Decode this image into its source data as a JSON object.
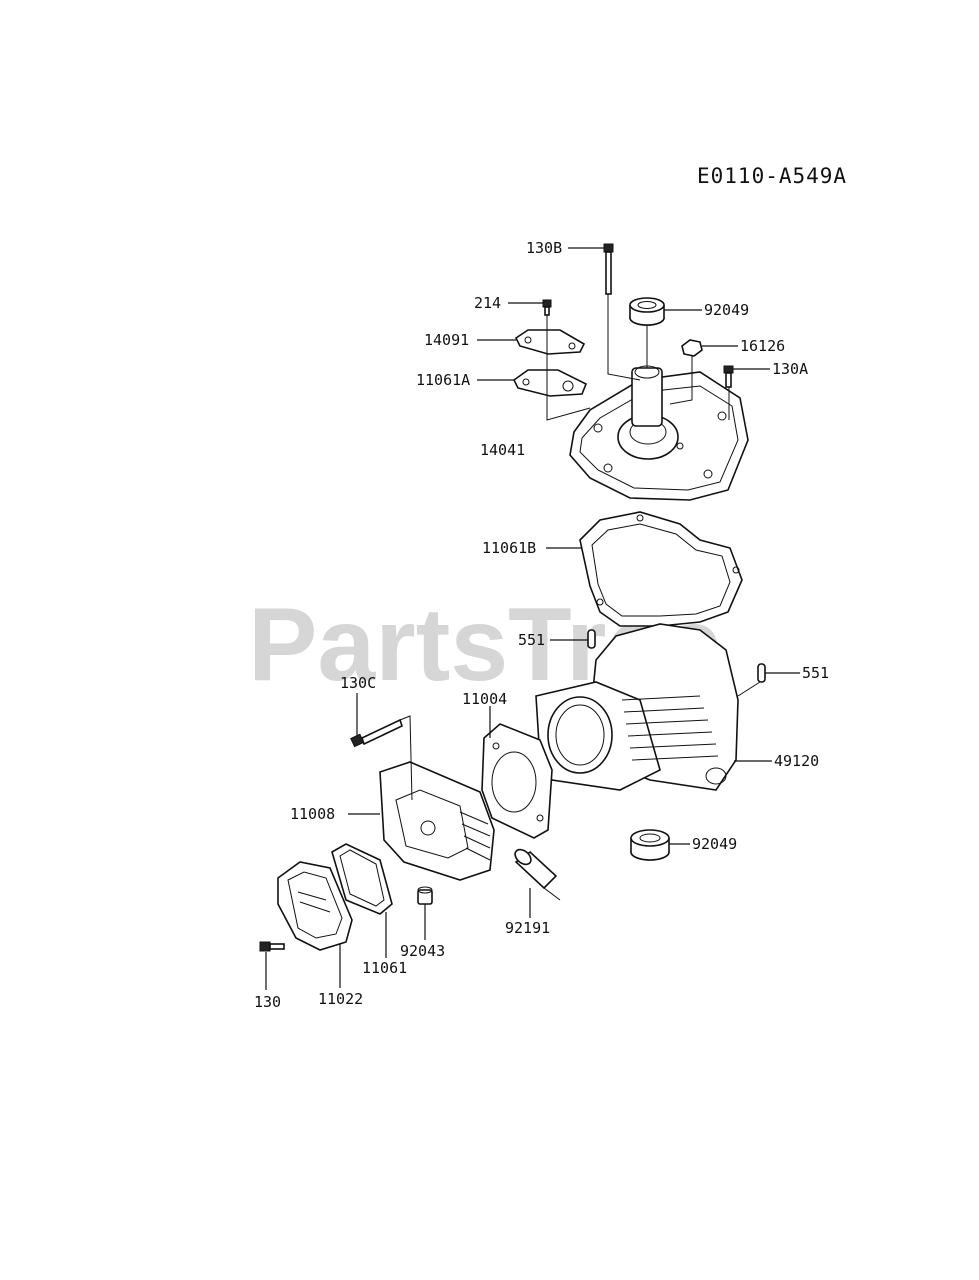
{
  "diagram_code": "E0110-A549A",
  "watermark": {
    "text": "PartsTree",
    "trademark": "TM"
  },
  "parts": [
    {
      "id": "130B"
    },
    {
      "id": "214"
    },
    {
      "id": "92049"
    },
    {
      "id": "14091"
    },
    {
      "id": "16126"
    },
    {
      "id": "11061A"
    },
    {
      "id": "130A"
    },
    {
      "id": "14041"
    },
    {
      "id": "11061B"
    },
    {
      "id": "551"
    },
    {
      "id": "551"
    },
    {
      "id": "130C"
    },
    {
      "id": "11004"
    },
    {
      "id": "49120"
    },
    {
      "id": "11008"
    },
    {
      "id": "92049"
    },
    {
      "id": "92191"
    },
    {
      "id": "92043"
    },
    {
      "id": "11061"
    },
    {
      "id": "130"
    },
    {
      "id": "11022"
    }
  ]
}
